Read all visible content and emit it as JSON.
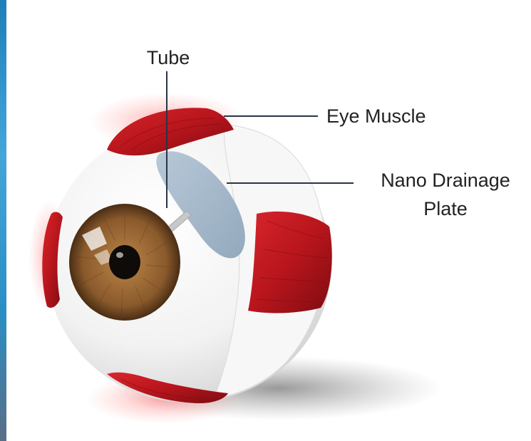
{
  "labels": {
    "tube": "Tube",
    "eye_muscle": "Eye Muscle",
    "plate_line1": "Nano Drainage",
    "plate_line2": "Plate"
  },
  "colors": {
    "sclera": "#f1f1f1",
    "muscle": "#b8151c",
    "iris": "#8a5a2c",
    "pupil": "#0e0b08",
    "plate": "#a2b7c9",
    "leader_line": "#2a3444",
    "left_strip": "#2a8fc4"
  }
}
